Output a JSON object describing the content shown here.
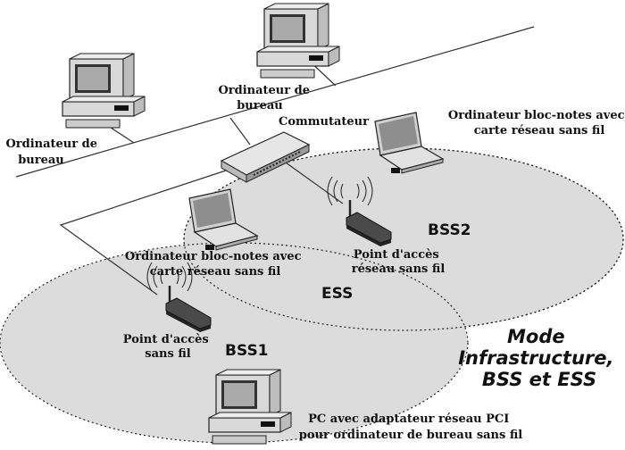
{
  "title": [
    "Mode",
    "Infrastructure,",
    "BSS et ESS"
  ],
  "cells": {
    "bss1": "BSS1",
    "bss2": "BSS2",
    "ess": "ESS"
  },
  "labels": {
    "desktop_left": [
      "Ordinateur de",
      "bureau"
    ],
    "desktop_top": [
      "Ordinateur de",
      "bureau"
    ],
    "switch": "Commutateur",
    "notebook_right": [
      "Ordinateur bloc-notes avec",
      "carte réseau sans fil"
    ],
    "notebook_mid": [
      "Ordinateur bloc-notes avec",
      "carte réseau sans fil"
    ],
    "ap_bss2": [
      "Point d'accès",
      "réseau sans fil"
    ],
    "ap_bss1": [
      "Point d'accès",
      "sans fil"
    ],
    "pc_pci": [
      "PC avec adaptateur réseau PCI",
      "pour ordinateur de bureau sans fil"
    ]
  },
  "icons": [
    "desktop-computer-icon",
    "network-switch-icon",
    "laptop-icon",
    "access-point-icon"
  ]
}
